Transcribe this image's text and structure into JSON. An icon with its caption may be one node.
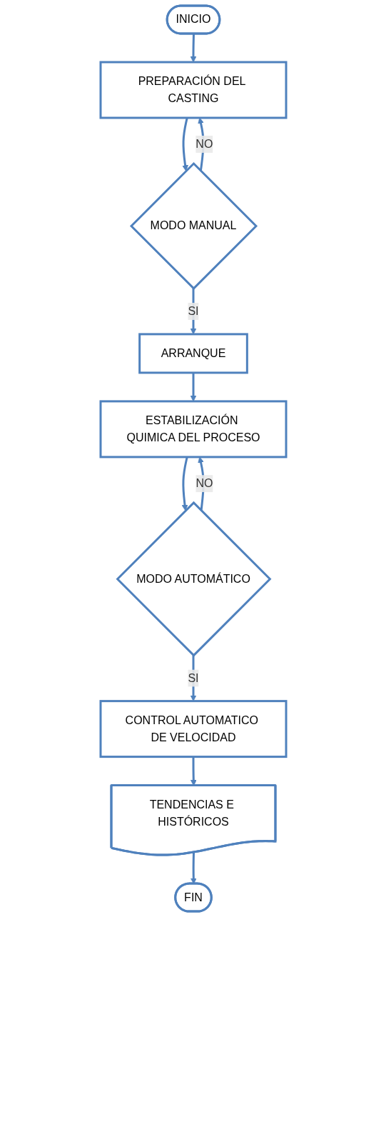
{
  "diagram": {
    "nodes": [
      {
        "text": [
          "INICIO"
        ]
      },
      {
        "text": [
          "PREPARACIÓN DEL CASTING"
        ]
      },
      {
        "text": [
          "MODO MANUAL"
        ]
      },
      {
        "text": [
          "ARRANQUE"
        ]
      },
      {
        "text": [
          "ESTABILIZACIÓN QUIMICA DEL PROCESO"
        ]
      },
      {
        "text": [
          "MODO AUTOMÁTICO"
        ]
      },
      {
        "text": [
          "CONTROL AUTOMATICO DE VELOCIDAD"
        ]
      },
      {
        "text": [
          "TENDENCIAS E HISTÓRICOS"
        ]
      },
      {
        "text": [
          "FIN"
        ]
      }
    ],
    "edges": [
      {
        "from": 0,
        "to": 1,
        "arrow": "to"
      },
      {
        "from": 1,
        "to": 2,
        "arrow": "to"
      },
      {
        "from": 2,
        "to": 1,
        "arrow": "to",
        "label": "NO"
      },
      {
        "from": 2,
        "to": 3,
        "arrow": "to",
        "label": "SI"
      },
      {
        "from": 3,
        "to": 4,
        "arrow": "to"
      },
      {
        "from": 4,
        "to": 5,
        "arrow": "to"
      },
      {
        "from": 5,
        "to": 4,
        "arrow": "to",
        "label": "NO"
      },
      {
        "from": 5,
        "to": 6,
        "arrow": "to",
        "label": "SI"
      },
      {
        "from": 6,
        "to": 7,
        "arrow": "to"
      },
      {
        "from": 7,
        "to": 8,
        "arrow": "to"
      }
    ]
  }
}
